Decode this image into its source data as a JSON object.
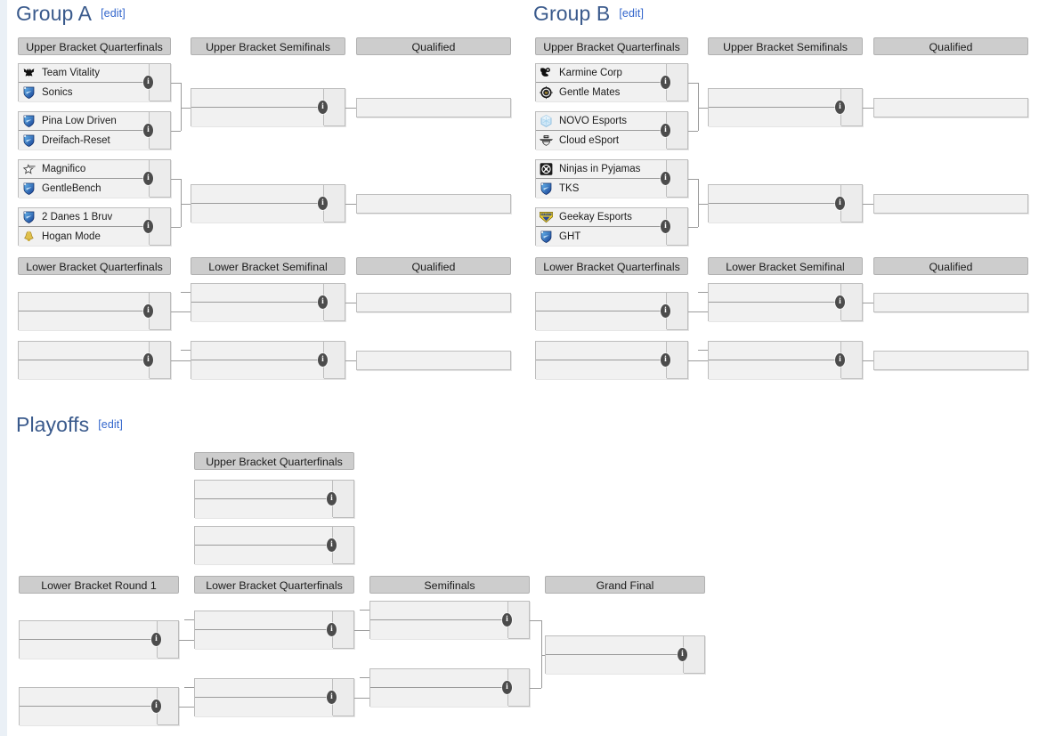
{
  "page": {
    "sections": [
      {
        "key": "group_a",
        "title": "Group A",
        "edit_label": "[edit]"
      },
      {
        "key": "group_b",
        "title": "Group B",
        "edit_label": "[edit]"
      },
      {
        "key": "playoffs",
        "title": "Playoffs",
        "edit_label": "[edit]"
      }
    ]
  },
  "group_a": {
    "title": "Group A",
    "edit_label": "[edit]",
    "upper_headers": [
      "Upper Bracket Quarterfinals",
      "Upper Bracket Semifinals",
      "Qualified"
    ],
    "lower_headers": [
      "Lower Bracket Quarterfinals",
      "Lower Bracket Semifinal",
      "Qualified"
    ],
    "ubqf": [
      {
        "top": {
          "name": "Team Vitality",
          "logo": "vitality-logo",
          "score": ""
        },
        "bottom": {
          "name": "Sonics",
          "logo": "default-shield-logo",
          "score": ""
        }
      },
      {
        "top": {
          "name": "Pina Low Driven",
          "logo": "default-shield-logo",
          "score": ""
        },
        "bottom": {
          "name": "Dreifach-Reset",
          "logo": "default-shield-logo",
          "score": ""
        }
      },
      {
        "top": {
          "name": "Magnifico",
          "logo": "magnifico-star-logo",
          "score": ""
        },
        "bottom": {
          "name": "GentleBench",
          "logo": "default-shield-logo",
          "score": ""
        }
      },
      {
        "top": {
          "name": "2 Danes 1 Bruv",
          "logo": "default-shield-logo",
          "score": ""
        },
        "bottom": {
          "name": "Hogan Mode",
          "logo": "hogan-bell-logo",
          "score": ""
        }
      }
    ],
    "ubsf": [
      {
        "top": {
          "name": "",
          "score": ""
        },
        "bottom": {
          "name": "",
          "score": ""
        }
      },
      {
        "top": {
          "name": "",
          "score": ""
        },
        "bottom": {
          "name": "",
          "score": ""
        }
      }
    ],
    "qualified_upper": [
      {
        "name": ""
      },
      {
        "name": ""
      }
    ],
    "lbqf": [
      {
        "top": {
          "name": "",
          "score": ""
        },
        "bottom": {
          "name": "",
          "score": ""
        }
      },
      {
        "top": {
          "name": "",
          "score": ""
        },
        "bottom": {
          "name": "",
          "score": ""
        }
      }
    ],
    "lbsf": [
      {
        "top": {
          "name": "",
          "score": ""
        },
        "bottom": {
          "name": "",
          "score": ""
        }
      },
      {
        "top": {
          "name": "",
          "score": ""
        },
        "bottom": {
          "name": "",
          "score": ""
        }
      }
    ],
    "qualified_lower": [
      {
        "name": ""
      },
      {
        "name": ""
      }
    ]
  },
  "group_b": {
    "title": "Group B",
    "edit_label": "[edit]",
    "upper_headers": [
      "Upper Bracket Quarterfinals",
      "Upper Bracket Semifinals",
      "Qualified"
    ],
    "lower_headers": [
      "Lower Bracket Quarterfinals",
      "Lower Bracket Semifinal",
      "Qualified"
    ],
    "ubqf": [
      {
        "top": {
          "name": "Karmine Corp",
          "logo": "karmine-corp-logo",
          "score": ""
        },
        "bottom": {
          "name": "Gentle Mates",
          "logo": "gentle-mates-logo",
          "score": ""
        }
      },
      {
        "top": {
          "name": "NOVO Esports",
          "logo": "novo-esports-logo",
          "score": ""
        },
        "bottom": {
          "name": "Cloud eSport",
          "logo": "cloud-esport-logo",
          "score": ""
        }
      },
      {
        "top": {
          "name": "Ninjas in Pyjamas",
          "logo": "ninjas-in-pyjamas-logo",
          "score": ""
        },
        "bottom": {
          "name": "TKS",
          "logo": "default-shield-logo",
          "score": ""
        }
      },
      {
        "top": {
          "name": "Geekay Esports",
          "logo": "geekay-esports-logo",
          "score": ""
        },
        "bottom": {
          "name": "GHT",
          "logo": "default-shield-logo",
          "score": ""
        }
      }
    ],
    "ubsf": [
      {
        "top": {
          "name": "",
          "score": ""
        },
        "bottom": {
          "name": "",
          "score": ""
        }
      },
      {
        "top": {
          "name": "",
          "score": ""
        },
        "bottom": {
          "name": "",
          "score": ""
        }
      }
    ],
    "qualified_upper": [
      {
        "name": ""
      },
      {
        "name": ""
      }
    ],
    "lbqf": [
      {
        "top": {
          "name": "",
          "score": ""
        },
        "bottom": {
          "name": "",
          "score": ""
        }
      },
      {
        "top": {
          "name": "",
          "score": ""
        },
        "bottom": {
          "name": "",
          "score": ""
        }
      }
    ],
    "lbsf": [
      {
        "top": {
          "name": "",
          "score": ""
        },
        "bottom": {
          "name": "",
          "score": ""
        }
      },
      {
        "top": {
          "name": "",
          "score": ""
        },
        "bottom": {
          "name": "",
          "score": ""
        }
      }
    ],
    "qualified_lower": [
      {
        "name": ""
      },
      {
        "name": ""
      }
    ]
  },
  "playoffs": {
    "title": "Playoffs",
    "edit_label": "[edit]",
    "upper_headers": [
      "Upper Bracket Quarterfinals"
    ],
    "lower_headers": [
      "Lower Bracket Round 1",
      "Lower Bracket Quarterfinals",
      "Semifinals",
      "Grand Final"
    ],
    "ubqf": [
      {
        "top": {
          "name": "",
          "score": ""
        },
        "bottom": {
          "name": "",
          "score": ""
        }
      },
      {
        "top": {
          "name": "",
          "score": ""
        },
        "bottom": {
          "name": "",
          "score": ""
        }
      }
    ],
    "lbr1": [
      {
        "top": {
          "name": "",
          "score": ""
        },
        "bottom": {
          "name": "",
          "score": ""
        }
      },
      {
        "top": {
          "name": "",
          "score": ""
        },
        "bottom": {
          "name": "",
          "score": ""
        }
      }
    ],
    "lbqf": [
      {
        "top": {
          "name": "",
          "score": ""
        },
        "bottom": {
          "name": "",
          "score": ""
        }
      },
      {
        "top": {
          "name": "",
          "score": ""
        },
        "bottom": {
          "name": "",
          "score": ""
        }
      }
    ],
    "semifinals": [
      {
        "top": {
          "name": "",
          "score": ""
        },
        "bottom": {
          "name": "",
          "score": ""
        }
      },
      {
        "top": {
          "name": "",
          "score": ""
        },
        "bottom": {
          "name": "",
          "score": ""
        }
      }
    ],
    "grand_final": [
      {
        "top": {
          "name": "",
          "score": ""
        },
        "bottom": {
          "name": "",
          "score": ""
        }
      }
    ]
  },
  "icons": {
    "info_badge_label": "i",
    "info_badge_name": "match-details-info-icon"
  },
  "colors": {
    "heading": "#3a5a8c",
    "link": "#3366cc",
    "round_header_bg": "#cdcdcd",
    "match_bg": "#f1f1f1",
    "score_bg": "#ececec",
    "border": "#bdbdbd",
    "divider": "#9b9b9b",
    "info_badge": "#4c4c4c",
    "page_gutter": "#eaf0f6"
  }
}
